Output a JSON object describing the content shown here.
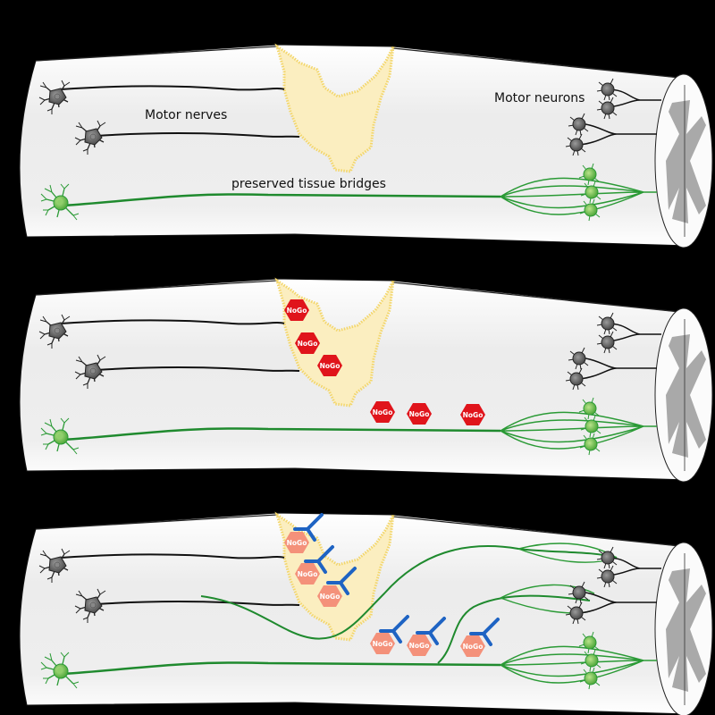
{
  "panels": [
    {
      "id": "panel-1-injury",
      "labels": {
        "motor_nerves": "Motor nerves",
        "motor_neurons": "Motor neurons",
        "tissue_bridges": "preserved tissue bridges"
      }
    },
    {
      "id": "panel-2-nogo-inhibition",
      "nogo_markers": [
        "NoGo",
        "NoGo",
        "NoGo",
        "NoGo",
        "NoGo",
        "NoGo"
      ]
    },
    {
      "id": "panel-3-antibody-regeneration",
      "nogo_markers": [
        "NoGo",
        "NoGo",
        "NoGo",
        "NoGo",
        "NoGo",
        "NoGo"
      ]
    }
  ],
  "colors": {
    "background": "#000000",
    "cord": "#f0f0f0",
    "cord_highlight": "#ffffff",
    "lesion": "#fbeec0",
    "lesion_edge": "#f3d66a",
    "motor_neuron": "#5a5a5a",
    "green_neuron": "#1f8a2e",
    "nogo_active": "#e0141b",
    "nogo_blocked": "#f4917a",
    "antibody": "#1e63c3",
    "gray_matter": "#a9a9a9"
  }
}
